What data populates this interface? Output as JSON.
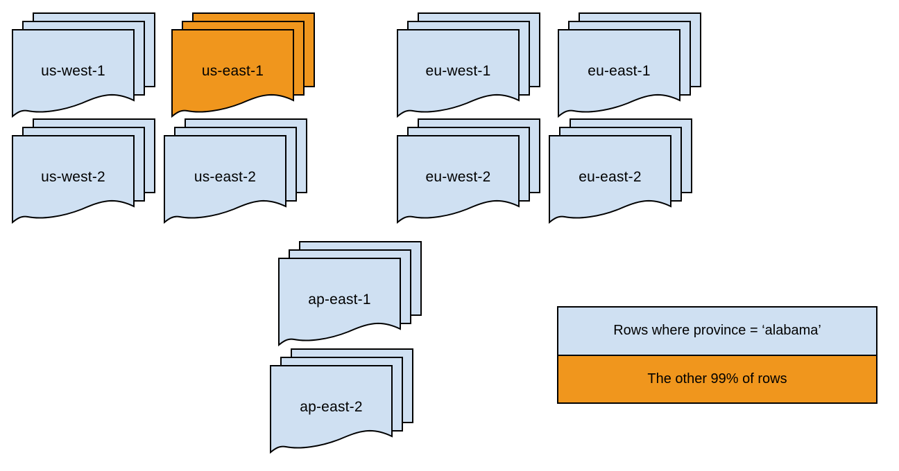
{
  "colors": {
    "blue": "#cfe0f2",
    "orange": "#f0961d",
    "stroke": "#000000"
  },
  "stacks": [
    {
      "label": "us-west-1",
      "variant": "blue"
    },
    {
      "label": "us-east-1",
      "variant": "orange"
    },
    {
      "label": "eu-west-1",
      "variant": "blue"
    },
    {
      "label": "eu-east-1",
      "variant": "blue"
    },
    {
      "label": "us-west-2",
      "variant": "blue"
    },
    {
      "label": "us-east-2",
      "variant": "blue"
    },
    {
      "label": "eu-west-2",
      "variant": "blue"
    },
    {
      "label": "eu-east-2",
      "variant": "blue"
    },
    {
      "label": "ap-east-1",
      "variant": "blue"
    },
    {
      "label": "ap-east-2",
      "variant": "blue"
    }
  ],
  "legend": {
    "rows": [
      {
        "label": "Rows where province = ‘alabama’",
        "variant": "blue"
      },
      {
        "label": "The other 99% of rows",
        "variant": "orange"
      }
    ]
  }
}
